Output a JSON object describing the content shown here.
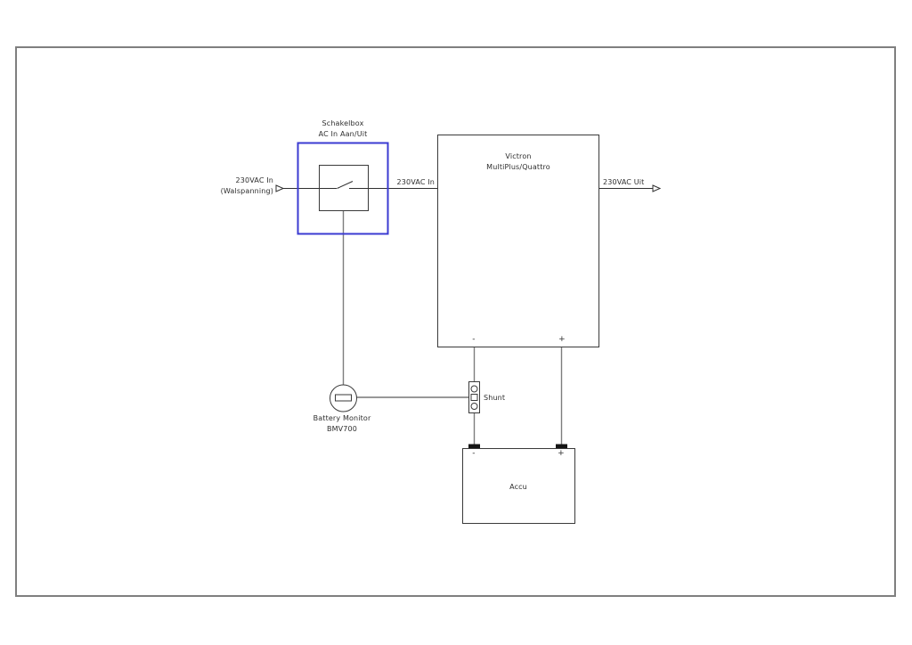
{
  "diagram": {
    "source_label": {
      "line1": "230VAC In",
      "line2": "(Walspanning)"
    },
    "switchbox": {
      "title": "Schakelbox",
      "subtitle": "AC In Aan/Uit"
    },
    "wire_ac_in_label": "230VAC In",
    "inverter": {
      "line1": "Victron",
      "line2": "MultiPlus/Quattro",
      "minus": "-",
      "plus": "+"
    },
    "wire_ac_out_label": "230VAC Uit",
    "battery_monitor": {
      "line1": "Battery Monitor",
      "line2": "BMV700"
    },
    "shunt_label": "Shunt",
    "battery": {
      "label": "Accu",
      "minus": "-",
      "plus": "+"
    },
    "colors": {
      "switchbox_border": "#3b3bd2",
      "wire": "#303030",
      "dc_wire": "#7d7d7d",
      "component_border": "#3a3a3a",
      "page_border": "#7f7f7f",
      "text": "#2e2e2e"
    }
  }
}
